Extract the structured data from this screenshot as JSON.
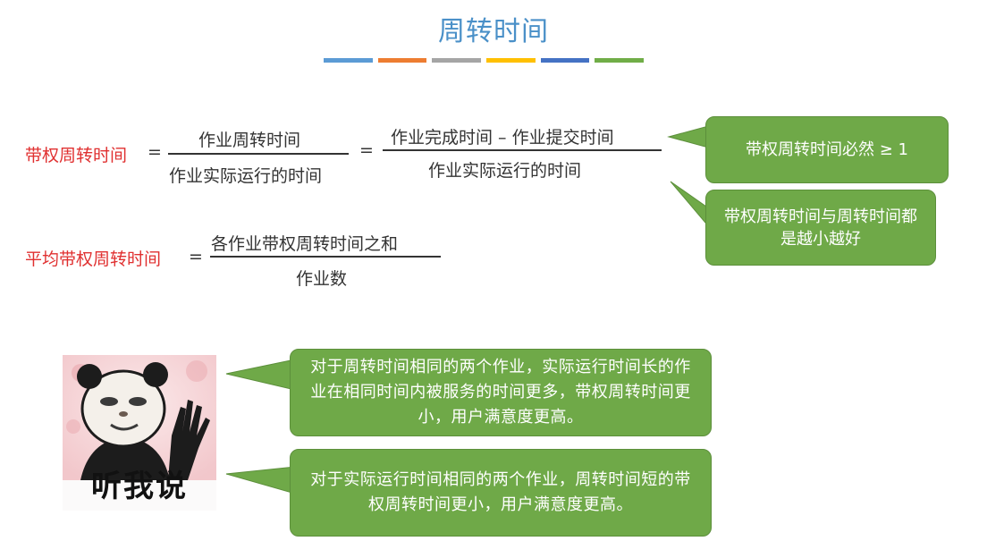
{
  "title": "周转时间",
  "colors": {
    "title": "#4a90c8",
    "label_red": "#e03030",
    "bubble_green": "#6fa948",
    "underline": [
      "#5b9bd5",
      "#ed7d31",
      "#a5a5a5",
      "#ffc000",
      "#4472c4",
      "#70ad47"
    ]
  },
  "formula1": {
    "label": "带权周转时间",
    "eq1": "=",
    "frac1_num": "作业周转时间",
    "frac1_den": "作业实际运行的时间",
    "eq2": "=",
    "frac2_num": "作业完成时间 – 作业提交时间",
    "frac2_den": "作业实际运行的时间"
  },
  "formula2": {
    "label": "平均带权周转时间",
    "eq": "=",
    "num": "各作业带权周转时间之和",
    "den": "作业数"
  },
  "callouts": {
    "c1": "带权周转时间必然 ≥ 1",
    "c2": "带权周转时间与周转时间都是越小越好",
    "c3": "对于周转时间相同的两个作业，实际运行时间长的作业在相同时间内被服务的时间更多，带权周转时间更小，用户满意度更高。",
    "c4": "对于实际运行时间相同的两个作业，周转时间短的带权周转时间更小，用户满意度更高。"
  },
  "meme": {
    "caption": "听我说"
  }
}
